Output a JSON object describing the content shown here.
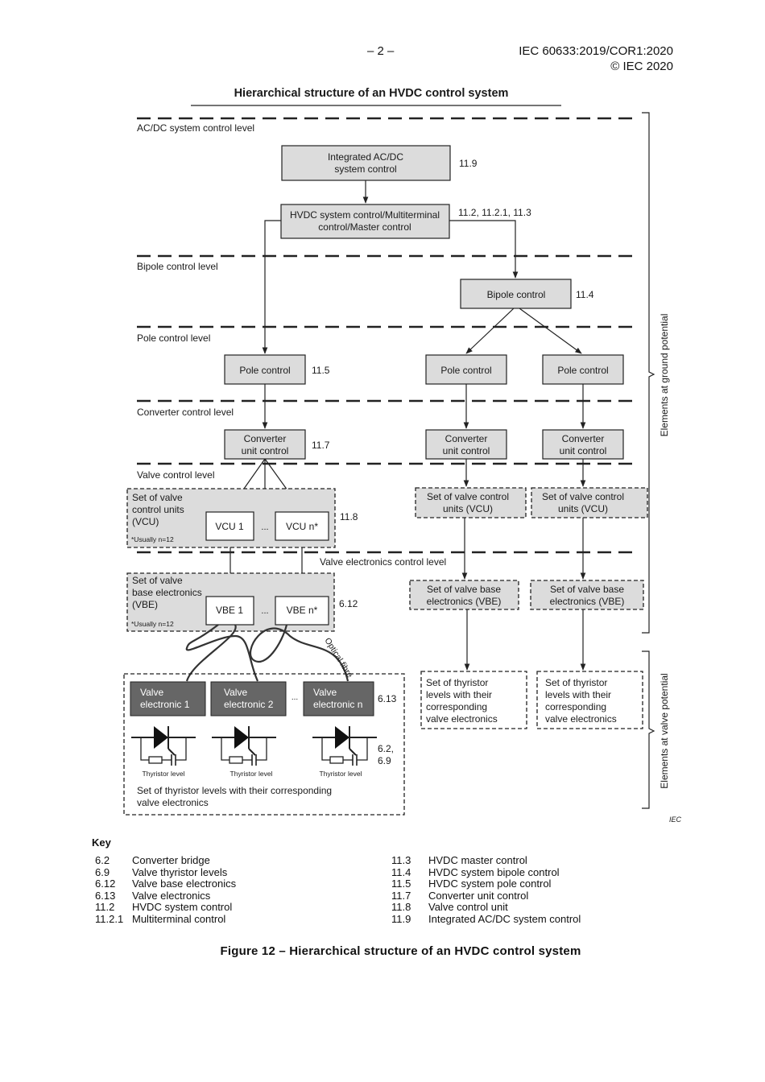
{
  "header": {
    "page_number": "– 2 –",
    "standard": "IEC 60633:2019/COR1:2020",
    "copyright": "© IEC 2020"
  },
  "diagram": {
    "title": "Hierarchical structure of an HVDC control system",
    "levels": {
      "acdc": "AC/DC system control level",
      "bipole": "Bipole control level",
      "pole": "Pole control level",
      "converter": "Converter control level",
      "valve": "Valve control level",
      "valve_electronics": "Valve electronics control level"
    },
    "boxes": {
      "integrated_1": "Integrated AC/DC",
      "integrated_2": "system control",
      "hvdc_1": "HVDC system control/Multiterminal",
      "hvdc_2": "control/Master control",
      "bipole": "Bipole control",
      "pole": "Pole control",
      "converter_1": "Converter",
      "converter_2": "unit control",
      "vcu_set_1": "Set of valve",
      "vcu_set_2": "control units",
      "vcu_set_3": "(VCU)",
      "vcu_set_short_1": "Set of valve control",
      "vcu_set_short_2": "units (VCU)",
      "vcu1": "VCU 1",
      "vcun": "VCU n*",
      "ellipsis": "...",
      "usually_n": "*Usually n=12",
      "vbe_set_1": "Set of valve",
      "vbe_set_2": "base electronics",
      "vbe_set_3": "(VBE)",
      "vbe_set_short_1": "Set of valve base",
      "vbe_set_short_2": "electronics (VBE)",
      "vbe1": "VBE 1",
      "vben": "VBE n*",
      "ve_line1": "Valve",
      "ve1": "electronic 1",
      "ve2": "electronic 2",
      "ven": "electronic n",
      "thyristor_level": "Thyristor level",
      "thyr_set_1": "Set of thyristor levels with their corresponding",
      "thyr_set_2": "valve electronics",
      "thyr_side_1": "Set of thyristor",
      "thyr_side_2": "levels with their",
      "thyr_side_3": "corresponding",
      "thyr_side_4": "valve electronics",
      "optical_fibre": "Optical fibre"
    },
    "refs": {
      "r119": "11.9",
      "r112": "11.2, 11.2.1, 11.3",
      "r114": "11.4",
      "r115": "11.5",
      "r117": "11.7",
      "r118": "11.8",
      "r612": "6.12",
      "r613": "6.13",
      "r62": "6.2,",
      "r69": "6.9"
    },
    "side_labels": {
      "ground": "Elements at ground potential",
      "valve": "Elements at valve potential"
    },
    "iec_mark": "IEC"
  },
  "key": {
    "title": "Key",
    "left": [
      {
        "num": "6.2",
        "text": "Converter bridge"
      },
      {
        "num": "6.9",
        "text": "Valve thyristor levels"
      },
      {
        "num": "6.12",
        "text": "Valve base electronics"
      },
      {
        "num": "6.13",
        "text": "Valve electronics"
      },
      {
        "num": "11.2",
        "text": "HVDC system control"
      },
      {
        "num": "11.2.1",
        "text": "Multiterminal control"
      }
    ],
    "right": [
      {
        "num": "11.3",
        "text": "HVDC master control"
      },
      {
        "num": "11.4",
        "text": "HVDC system bipole control"
      },
      {
        "num": "11.5",
        "text": "HVDC system pole control"
      },
      {
        "num": "11.7",
        "text": "Converter unit control"
      },
      {
        "num": "11.8",
        "text": "Valve control unit"
      },
      {
        "num": "11.9",
        "text": "Integrated AC/DC system control"
      }
    ]
  },
  "caption": "Figure 12 – Hierarchical structure of an HVDC control system",
  "colors": {
    "box_fill": "#dcdcdc",
    "dark_box": "#666666",
    "line": "#222222"
  }
}
